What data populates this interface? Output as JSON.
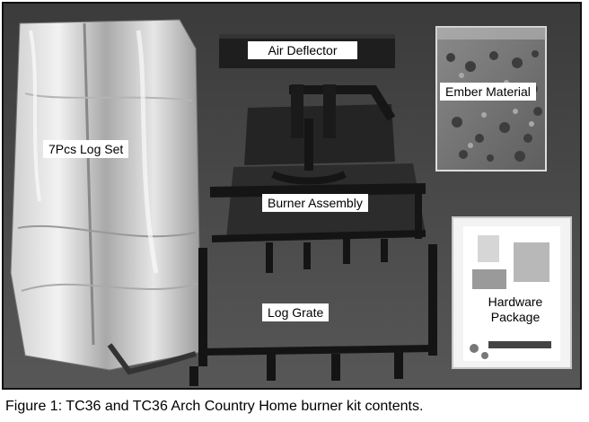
{
  "figure": {
    "labels": {
      "air_deflector": "Air Deflector",
      "ember_material": "Ember Material",
      "log_set": "7Pcs Log Set",
      "burner_assembly": "Burner Assembly",
      "log_grate": "Log Grate",
      "hardware_package": "Hardware Package"
    },
    "caption": "Figure 1: TC36 and TC36 Arch Country Home burner kit contents."
  }
}
